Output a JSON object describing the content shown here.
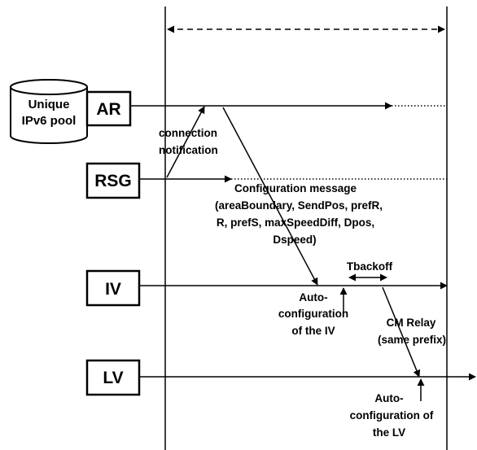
{
  "pool": {
    "line1": "Unique",
    "line2": "IPv6 pool"
  },
  "nodes": {
    "ar": "AR",
    "rsg": "RSG",
    "iv": "IV",
    "lv": "LV"
  },
  "labels": {
    "connection_notification": [
      "connection",
      "notification"
    ],
    "configuration_message": [
      "Configuration message",
      "(areaBoundary, SendPos, prefR,",
      "R, prefS, maxSpeedDiff, Dpos,",
      "Dspeed)"
    ],
    "tbackoff": "Tbackoff",
    "auto_config_iv": [
      "Auto-",
      "configuration",
      "of the IV"
    ],
    "cm_relay": [
      "CM Relay",
      "(same prefix)"
    ],
    "auto_config_lv": [
      "Auto-",
      "configuration of",
      "the LV"
    ]
  }
}
